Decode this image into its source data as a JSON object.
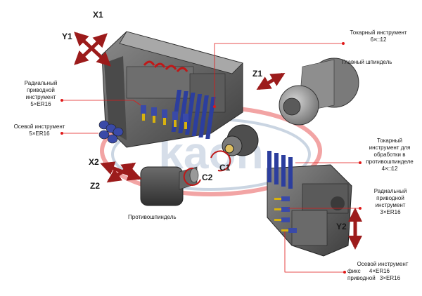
{
  "colors": {
    "arrow_red": "#9c1b1b",
    "leader_red": "#e01818",
    "machine_gray": "#5a5a5a",
    "tool_blue": "#2c3e9e",
    "watermark_red": "#e85a5a",
    "watermark_blue": "#9fb3cc"
  },
  "watermark": {
    "text": "kaon"
  },
  "axes": {
    "x1": "X1",
    "y1": "Y1",
    "z1": "Z1",
    "x2": "X2",
    "z2": "Z2",
    "c1": "C1",
    "c2": "C2",
    "y2": "Y2"
  },
  "labels": {
    "turning_tool": {
      "line1": "Токарный инструмент",
      "line2": "6×□12"
    },
    "main_spindle": {
      "line1": "Главный шпиндель"
    },
    "radial_live_tool_top": {
      "line1": "Радиальный",
      "line2": "приводной",
      "line3": "инструмент",
      "line4": "5×ER16"
    },
    "axial_tool": {
      "line1": "Осевой инструмент",
      "line2": "5×ER16"
    },
    "sub_turning_tool": {
      "line1": "Токарный",
      "line2": "инструмент для",
      "line3": "обработки в",
      "line4": "противошпинделе",
      "line5": "4×□12"
    },
    "sub_spindle": {
      "line1": "Противошпиндель"
    },
    "radial_live_tool_bottom": {
      "line1": "Радиальный",
      "line2": "приводной",
      "line3": "инструмент",
      "line4": "3×ER16"
    },
    "axial_tool_bottom": {
      "line1": "Осевой инструмент",
      "line2a": "фикс",
      "line2b": "4×ER16",
      "line3a": "приводной",
      "line3b": "3×ER16"
    }
  }
}
